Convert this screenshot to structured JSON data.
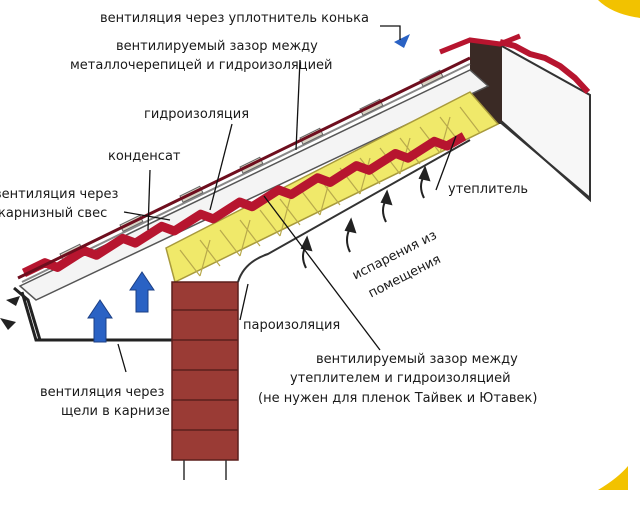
{
  "colors": {
    "tile": "#b7152f",
    "tile_dark": "#6e0e1e",
    "insulation": "#f0e96a",
    "insulation_hatch": "#b8a94c",
    "brick": "#9a3b35",
    "brick_dark": "#5b1f1c",
    "arrow_blue": "#2a62c4",
    "ridge_post": "#3a2a25",
    "corner_accent": "#f2c200"
  },
  "labels": {
    "ridge_vent": "вентиляция через уплотнитель конька",
    "gap_tile_line1": "вентилируемый зазор между",
    "gap_tile_line2": "металлочерепицей и гидроизоляцией",
    "waterproofing": "гидроизоляция",
    "condensate": "конденсат",
    "eave_vent_line1": "вентиляция через",
    "eave_vent_line2": "карнизный свес",
    "insulation": "утеплитель",
    "evap_line1": "испарения из",
    "evap_line2": "помещения",
    "vapor_barrier": "пароизоляция",
    "gap_ins_line1": "вентилируемый зазор между",
    "gap_ins_line2": "утеплителем и гидроизоляцией",
    "gap_ins_line3": "(не нужен для пленок Тайвек и Ютавек)",
    "cornice_vent_line1": "вентиляция через",
    "cornice_vent_line2": "щели в карнизе"
  }
}
